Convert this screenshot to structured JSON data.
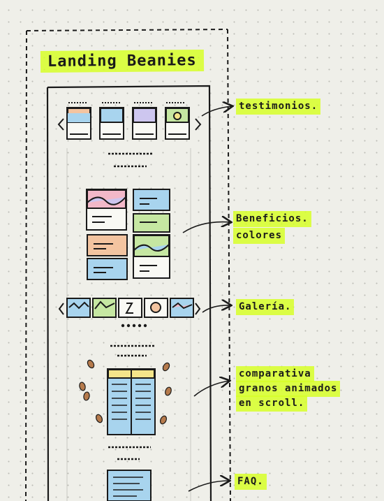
{
  "title": "Landing Beanies",
  "annotations": {
    "testimonios": "testimonios.",
    "beneficios": "Beneficios.",
    "colores": "colores",
    "galeria": "Galería.",
    "comparativa_1": "comparativa",
    "comparativa_2": "granos animados",
    "comparativa_3": "en scroll.",
    "faq": "FAQ."
  },
  "colors": {
    "highlighter": "#d7ff28",
    "ink": "#1a1a1a",
    "paper": "#efefe9",
    "pink": "#f2b8c8",
    "blue": "#a8d4ee",
    "green": "#c6e7a2",
    "peach": "#f3c4a0",
    "lavender": "#cdc6ef",
    "yellow": "#f4e58a",
    "bean": "#b57a4c"
  }
}
